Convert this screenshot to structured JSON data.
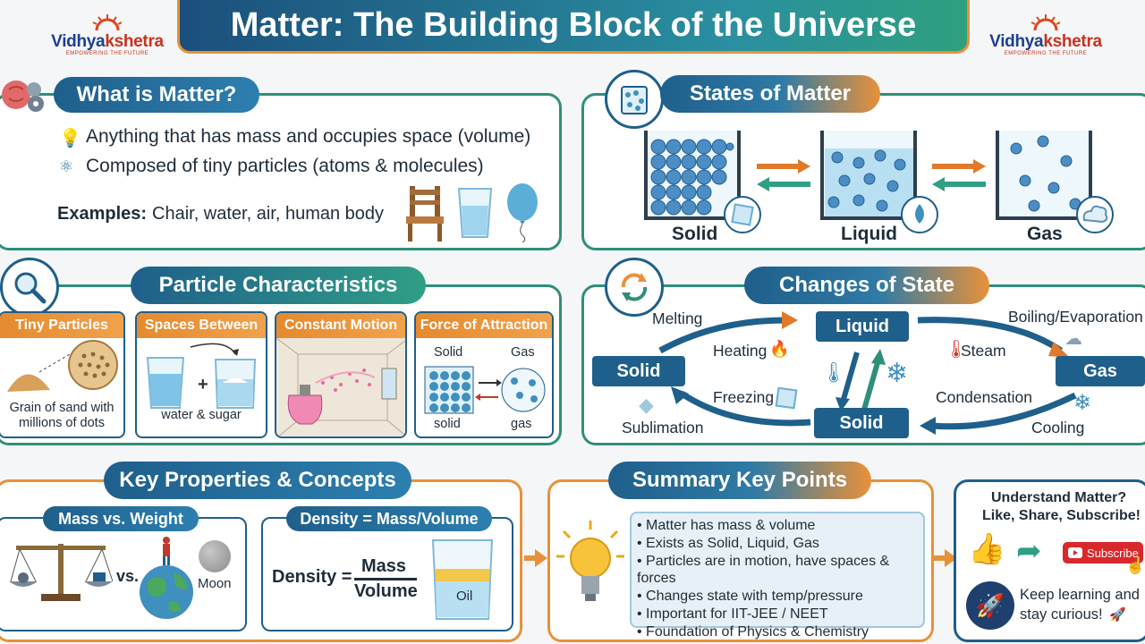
{
  "header": {
    "title": "Matter: The Building Block of the Universe"
  },
  "logo": {
    "name_a": "Vidhya",
    "name_b": "kshetra",
    "tagline": "EMPOWERING THE FUTURE"
  },
  "what_is_matter": {
    "title": "What is Matter?",
    "points": [
      "Anything that has mass and occupies space (volume)",
      "Composed of tiny particles (atoms & molecules)"
    ],
    "examples_label": "Examples:",
    "examples_text": "Chair, water, air, human body"
  },
  "states": {
    "title": "States of Matter",
    "labels": [
      "Solid",
      "Liquid",
      "Gas"
    ]
  },
  "particles": {
    "title": "Particle Characteristics",
    "cards": [
      {
        "title": "Tiny Particles",
        "caption": "Grain of sand with millions of dots"
      },
      {
        "title": "Spaces Between",
        "caption": "water & sugar"
      },
      {
        "title": "Constant Motion",
        "caption": ""
      },
      {
        "title": "Force of Attraction",
        "top_left": "Solid",
        "top_right": "Gas",
        "bottom_left": "solid",
        "bottom_right": "gas"
      }
    ]
  },
  "changes": {
    "title": "Changes of State",
    "boxes": {
      "liquid": "Liquid",
      "solid_left": "Solid",
      "solid_bottom": "Solid",
      "gas": "Gas"
    },
    "labels": {
      "melting": "Melting",
      "heating": "Heating",
      "boiling": "Boiling/Evaporation",
      "steam": "Steam",
      "freezing": "Freezing",
      "condensation": "Condensation",
      "sublimation": "Sublimation",
      "cooling": "Cooling"
    }
  },
  "key_props": {
    "title": "Key Properties & Concepts",
    "mass_weight": {
      "title": "Mass vs. Weight",
      "vs": "vs.",
      "moon": "Moon"
    },
    "density": {
      "title": "Density = Mass/Volume",
      "label": "Density =",
      "numerator": "Mass",
      "denominator": "Volume",
      "oil": "Oil"
    }
  },
  "summary": {
    "title": "Summary Key Points",
    "points": [
      "Matter has mass & volume",
      "Exists as Solid, Liquid, Gas",
      "Particles are in motion, have spaces & forces",
      "Changes state with temp/pressure",
      "Important for IIT-JEE / NEET",
      "Foundation of Physics & Chemistry"
    ]
  },
  "cta": {
    "line1": "Understand Matter?",
    "line2": "Like, Share, Subscribe!",
    "subscribe": "Subscribe",
    "keep1": "Keep learning and",
    "keep2": "stay curious!"
  }
}
